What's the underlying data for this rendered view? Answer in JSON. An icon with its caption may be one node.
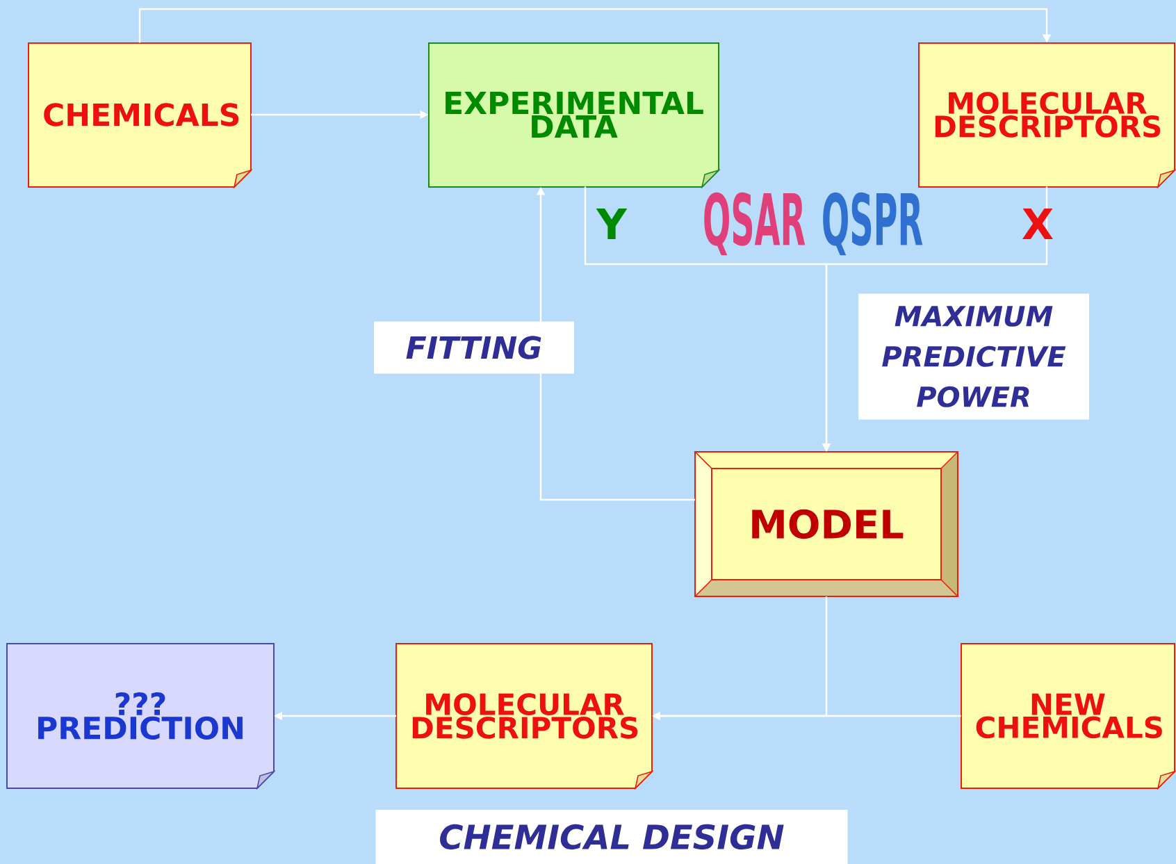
{
  "diagram": {
    "nodes": [
      {
        "text": [
          "CHEMICALS"
        ]
      },
      {
        "text": [
          "EXPERIMENTAL DATA"
        ]
      },
      {
        "text": [
          "MOLECULAR DESCRIPTORS"
        ]
      },
      {
        "text": [
          "MODEL"
        ]
      },
      {
        "text": [
          "??? PREDICTION"
        ]
      },
      {
        "text": [
          "MOLECULAR DESCRIPTORS"
        ]
      },
      {
        "text": [
          "NEW CHEMICALS"
        ]
      }
    ],
    "edges": [
      {
        "from": 0,
        "to": 1,
        "arrow": "to"
      },
      {
        "from": 0,
        "to": 2,
        "arrow": "to"
      },
      {
        "from": 1,
        "to": 3,
        "arrow": "to"
      },
      {
        "from": 2,
        "to": 3,
        "arrow": "to"
      },
      {
        "from": 3,
        "to": 1,
        "arrow": "to",
        "label": "FITTING"
      },
      {
        "from": 3,
        "to": 5,
        "arrow": "to"
      },
      {
        "from": 6,
        "to": 5,
        "arrow": "to"
      },
      {
        "from": 5,
        "to": 4,
        "arrow": "to"
      }
    ],
    "labels": [
      "Y",
      "QSAR",
      "QSPR",
      "X",
      "MAXIMUM PREDICTIVE POWER",
      "CHEMICAL DESIGN"
    ]
  }
}
